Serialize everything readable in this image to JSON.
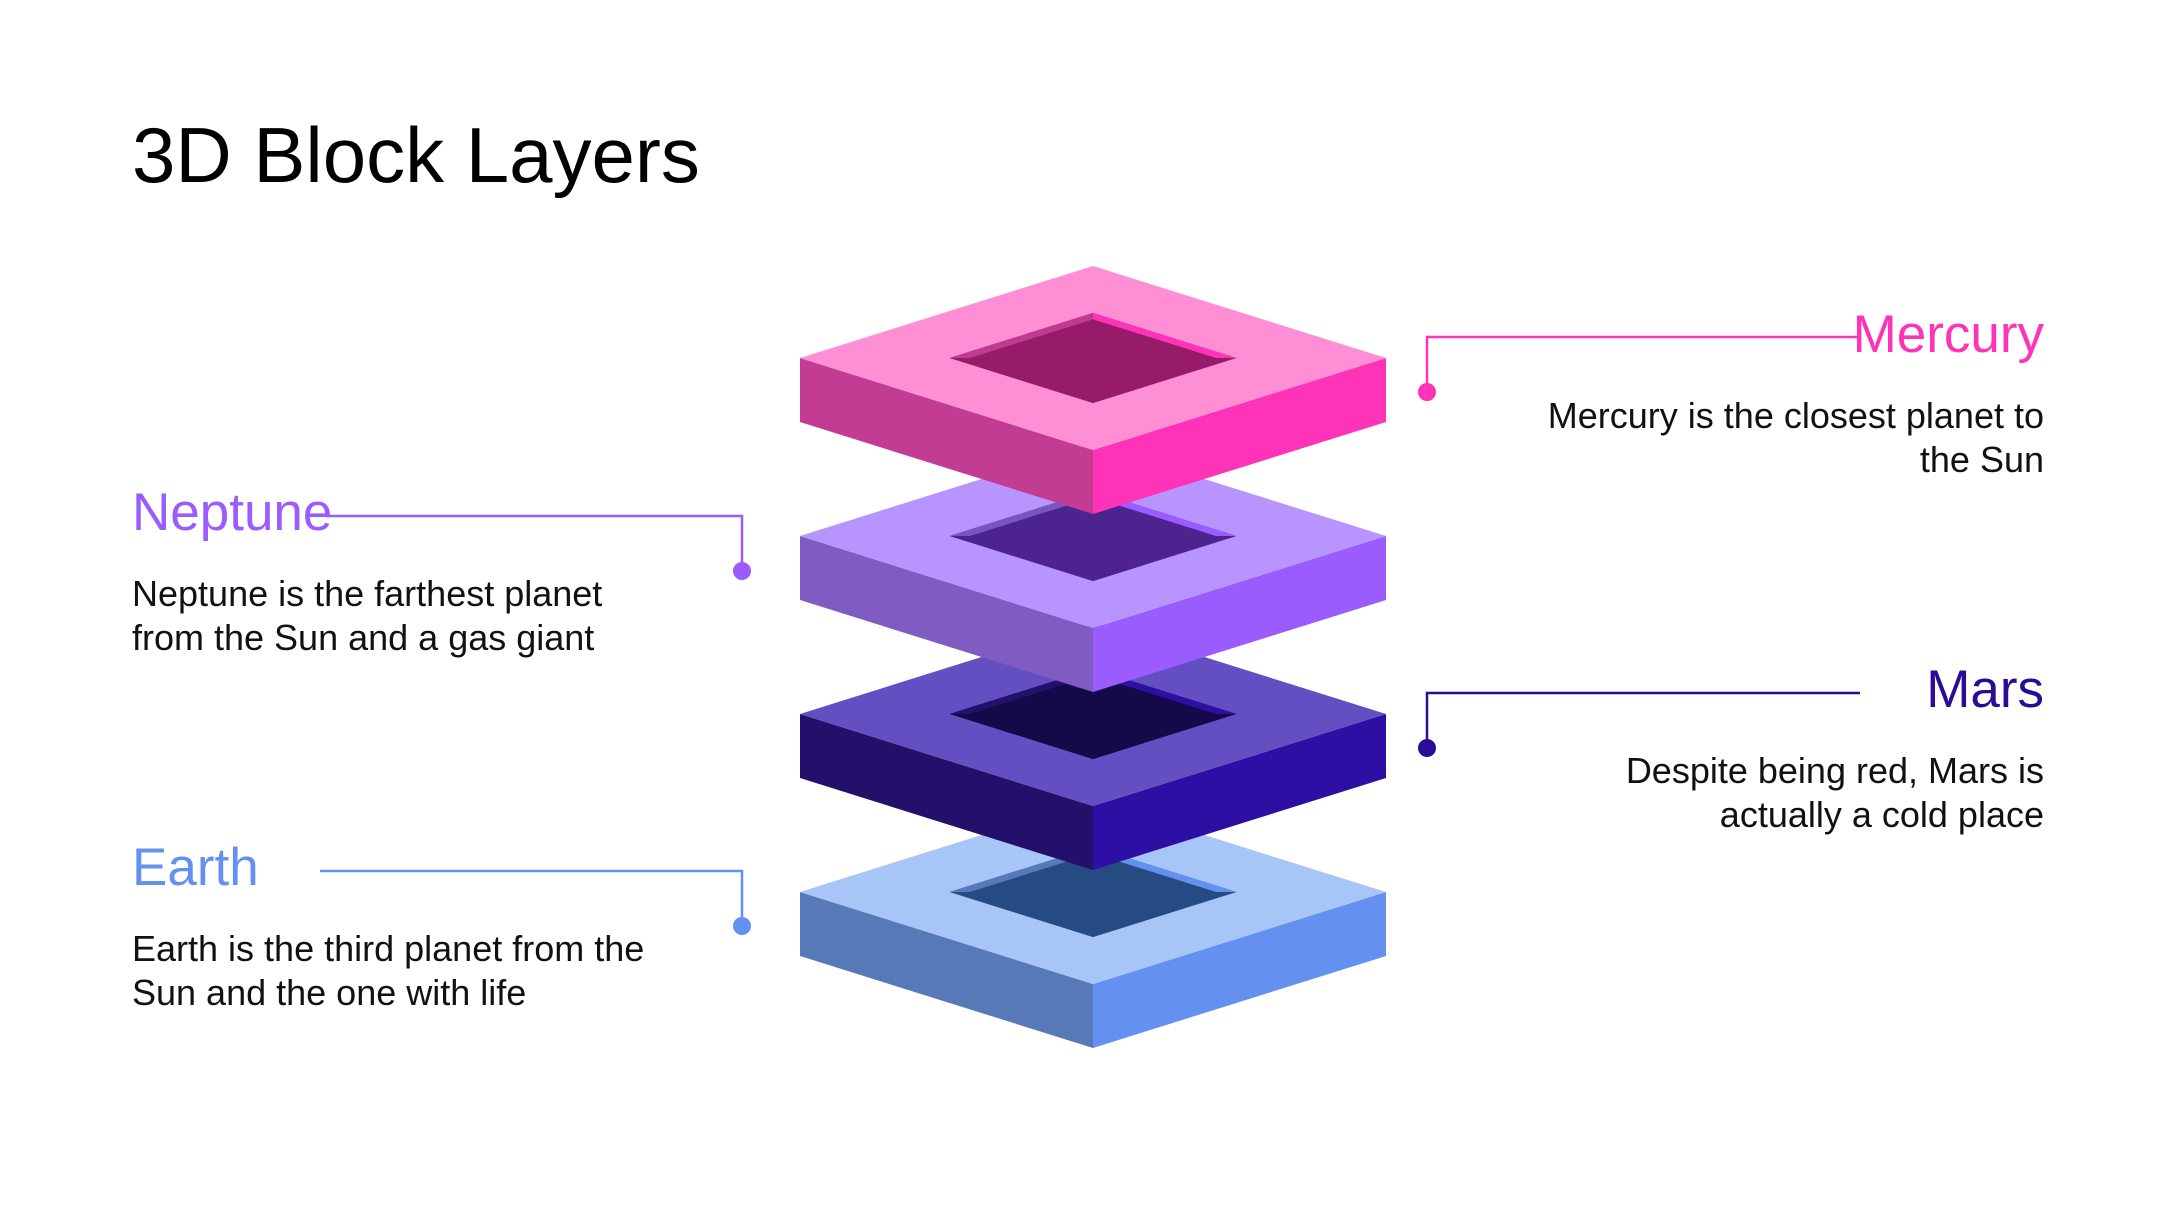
{
  "title": "3D Block Layers",
  "layers": [
    {
      "id": "mercury",
      "title": "Mercury",
      "description": "Mercury is the closest planet to the Sun",
      "side": "right",
      "accent": "#ff33b8",
      "colors": {
        "top": "#ff8fd5",
        "left": "#c33c93",
        "right": "#ff33b8",
        "inner_back_left": "#bf3b90",
        "inner_back_right": "#ff33b8",
        "inner_floor": "#961b69"
      }
    },
    {
      "id": "neptune",
      "title": "Neptune",
      "description": "Neptune is the farthest planet from the Sun and a gas giant",
      "side": "left",
      "accent": "#9a5cff",
      "colors": {
        "top": "#b894ff",
        "left": "#7f5bc2",
        "right": "#9a5cff",
        "inner_back_left": "#7a55bf",
        "inner_back_right": "#9a5cff",
        "inner_floor": "#4d238f"
      }
    },
    {
      "id": "mars",
      "title": "Mars",
      "description": "Despite being red, Mars is actually a cold place",
      "side": "right",
      "accent": "#2a0c97",
      "colors": {
        "top": "#644fc2",
        "left": "#22106a",
        "right": "#2d0fa3",
        "inner_back_left": "#22106a",
        "inner_back_right": "#2d0fa3",
        "inner_floor": "#140a4a"
      }
    },
    {
      "id": "earth",
      "title": "Earth",
      "description": "Earth is the third planet from the Sun and the one with life",
      "side": "left",
      "accent": "#6491f0",
      "colors": {
        "top": "#a8c5f8",
        "left": "#5879b8",
        "right": "#6491f0",
        "inner_back_left": "#5879b8",
        "inner_back_right": "#6491f0",
        "inner_floor": "#264a82"
      }
    }
  ]
}
